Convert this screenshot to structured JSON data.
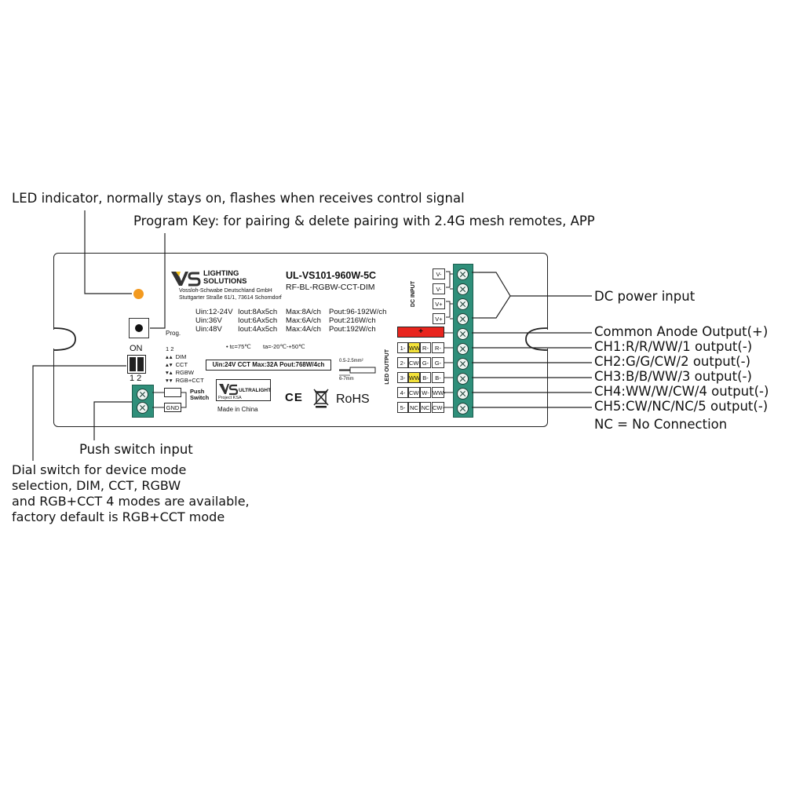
{
  "callouts": {
    "led": "LED indicator, normally stays on, flashes when receives control signal",
    "prog": "Program Key: for pairing & delete pairing with 2.4G mesh remotes, APP",
    "dc": "DC power input",
    "anode": "Common Anode Output(+)",
    "ch1": "CH1:R/R/WW/1 output(-)",
    "ch2": "CH2:G/G/CW/2 output(-)",
    "ch3": "CH3:B/B/WW/3 output(-)",
    "ch4": "CH4:WW/W/CW/4 output(-)",
    "ch5": "CH5:CW/NC/NC/5 output(-)",
    "nc": "NC = No Connection",
    "push": "Push switch input",
    "dial": [
      "Dial switch for device mode",
      "selection, DIM, CCT, RGBW",
      "and RGB+CCT 4 modes are available,",
      "factory default is RGB+CCT mode"
    ]
  },
  "device": {
    "brand_line1": "LIGHTING",
    "brand_line2": "SOLUTIONS",
    "company": "Vossloh-Schwabe Deutschland GmbH",
    "address": "Stuttgarter Straße 61/1, 73614 Schorndorf",
    "model": "UL-VS101-960W-5C",
    "submodel": "RF-BL-RGBW-CCT-DIM",
    "specs": [
      {
        "uin": "Uin:12-24V",
        "iout": "Iout:8Ax5ch",
        "max": "Max:8A/ch",
        "pout": "Pout:96-192W/ch"
      },
      {
        "uin": "Uin:36V",
        "iout": "Iout:6Ax5ch",
        "max": "Max:6A/ch",
        "pout": "Pout:216W/ch"
      },
      {
        "uin": "Uin:48V",
        "iout": "Iout:4Ax5ch",
        "max": "Max:4A/ch",
        "pout": "Pout:192W/ch"
      }
    ],
    "tc": "• tc=75℃",
    "ta": "ta=-20℃-+50℃",
    "rating": "Uin:24V CCT  Max:32A  Pout:768W/4ch",
    "wire_gauge": "0.5-2.5mm²",
    "strip": "6-7mm",
    "prog_label": "Prog.",
    "on_label": "ON",
    "dip_numbers": "1 2",
    "mode_header": "1 2",
    "modes": [
      "DIM",
      "CCT",
      "RGBW",
      "RGB+CCT"
    ],
    "push_label": "Push Switch",
    "gnd_label": "GND",
    "logo2_text": "ULTRALIGHT",
    "logo2_sub": "Project KSA",
    "made_in": "Made in China",
    "ce": "CE",
    "rohs": "RoHS",
    "dc_input_label": "DC INPUT",
    "led_output_label": "LED OUTPUT",
    "dc_terminals": [
      "V-",
      "V-",
      "V+",
      "V+"
    ],
    "anode_symbol": "+",
    "output_rows": [
      [
        "1-",
        "WW-",
        "R-",
        "R-"
      ],
      [
        "2-",
        "CW-",
        "G-",
        "G-"
      ],
      [
        "3-",
        "WW-",
        "B-",
        "B-"
      ],
      [
        "4-",
        "CW-",
        "W-",
        "WW-"
      ],
      [
        "5-",
        "NC",
        "NC",
        "CW-"
      ]
    ],
    "colors": {
      "led": "#f39a1f",
      "terminal": "#2f8f7a",
      "anode_red": "#e8251e",
      "highlight": "#f3e23a"
    }
  }
}
